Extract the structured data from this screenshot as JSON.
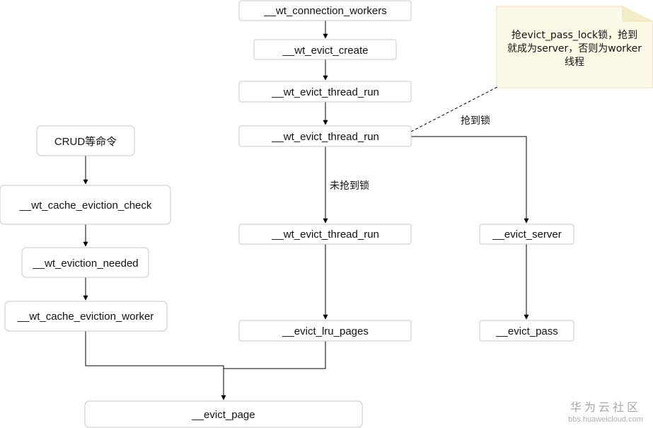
{
  "nodes": {
    "wt_connection_workers": "__wt_connection_workers",
    "wt_evict_create": "__wt_evict_create",
    "wt_evict_thread_run_1": "__wt_evict_thread_run",
    "wt_evict_thread_run_2": "__wt_evict_thread_run",
    "wt_evict_thread_run_3": "__wt_evict_thread_run",
    "evict_lru_pages": "__evict_lru_pages",
    "evict_server": "__evict_server",
    "evict_pass": "__evict_pass",
    "crud": "CRUD等命令",
    "wt_cache_eviction_check": "__wt_cache_eviction_check",
    "wt_eviction_needed": "__wt_eviction_needed",
    "wt_cache_eviction_worker": "__wt_cache_eviction_worker",
    "evict_page": "__evict_page"
  },
  "edge_labels": {
    "lock_acquired": "抢到锁",
    "lock_not_acquired": "未抢到锁"
  },
  "note": {
    "line1": "抢evict_pass_lock锁，抢到",
    "line2": "就成为server，否则为worker",
    "line3": "线程"
  },
  "watermark": {
    "title": "华为云社区",
    "url": "bbs.huaweicloud.com"
  }
}
